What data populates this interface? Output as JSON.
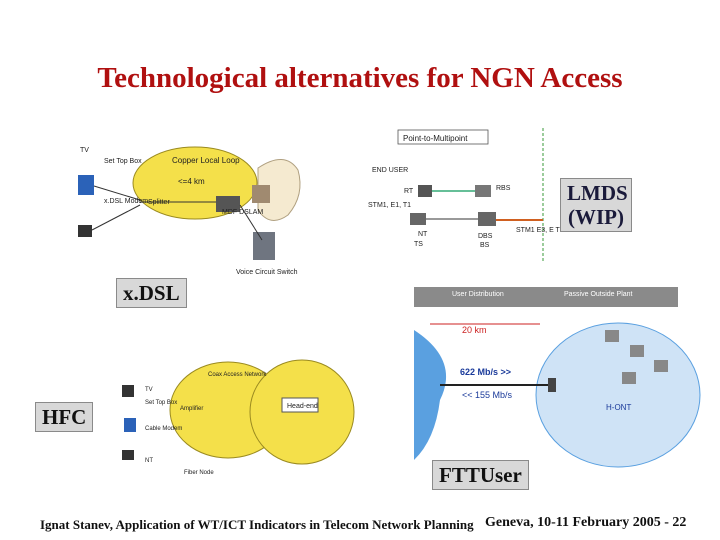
{
  "title": "Technological alternatives for NGN Access",
  "labels": {
    "lmds": "LMDS (WIP)",
    "xdsl": "x.DSL",
    "hfc": "HFC",
    "fttuser": "FTTUser"
  },
  "xdsl_diagram": {
    "tv": "TV",
    "settop": "Set Top Box",
    "copper": "Copper Local Loop",
    "distance": "<=4 km",
    "modem": "x.DSL Modem",
    "splitter": "Splitter",
    "dslam": "MDF DSLAM",
    "switch": "Voice Circuit Switch"
  },
  "lmds_diagram": {
    "point": "Point-to-Multipoint",
    "end_user": "END USER",
    "rt": "RT",
    "rbs": "RBS",
    "stm": "STM1, E1, T1",
    "nt": "NT",
    "dbs": "DBS",
    "ts": "TS",
    "bs": "BS",
    "stm2": "STM1 E3, E T1"
  },
  "ftt_diagram": {
    "header_left": "User Distribution",
    "header_right": "Passive Outside Plant",
    "distance": "20 km",
    "down": "622 Mb/s >>",
    "up": "<< 155 Mb/s",
    "onu": "H-ONT"
  },
  "hfc_diagram": {
    "tv": "TV",
    "settop": "Set Top Box",
    "amplifier": "Amplifier",
    "headend": "Head-end",
    "coax": "Coax Access Network",
    "cable_modem": "Cable Modem",
    "nt": "NT",
    "fiber_node": "Fiber Node"
  },
  "footer": {
    "left": "Ignat Stanev, Application of WT/ICT Indicators in Telecom Network Planning",
    "right": "Geneva, 10-11 February 2005 - 22"
  },
  "colors": {
    "title": "#b01010",
    "label_bg": "#d8d8d8",
    "loop_yellow": "#f4e04a",
    "cloud": "#f5ead0",
    "ftt_circle": "#5aa0e0",
    "ftt_header": "#8a8a8a"
  }
}
